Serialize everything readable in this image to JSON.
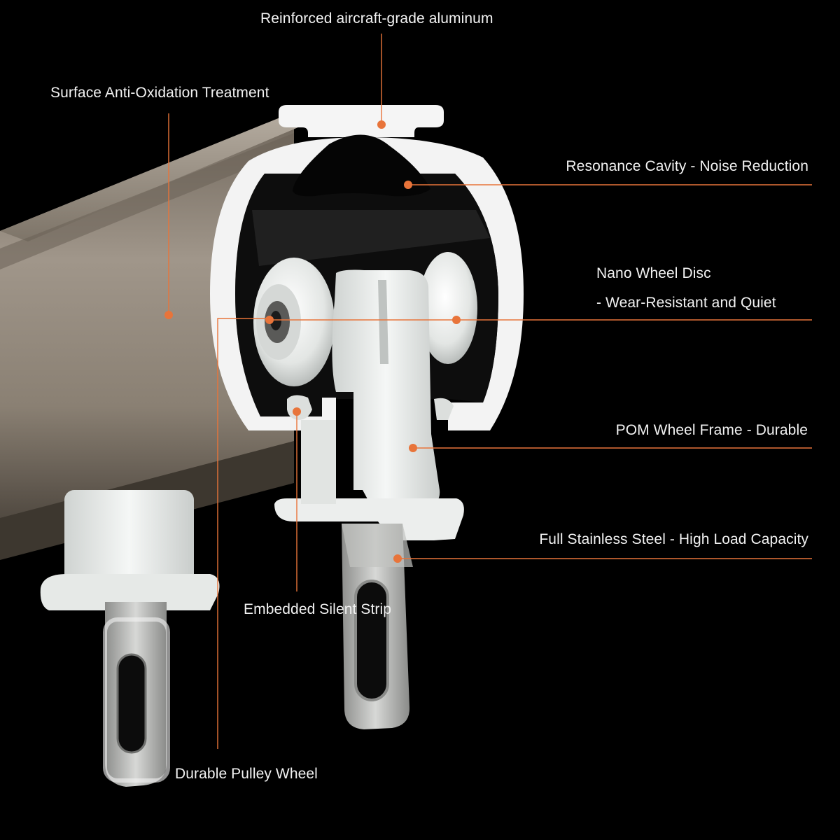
{
  "colors": {
    "background": "#000000",
    "callout": "#e8743a",
    "rail_body": "#8c8275",
    "aluminum": "#f4f4f4",
    "nylon": "#e9ecea",
    "steel": "#b5b6b4",
    "text": "#f2f2f2"
  },
  "callouts": {
    "aluminum": "Reinforced aircraft-grade aluminum",
    "surface": "Surface Anti-Oxidation Treatment",
    "resonance": "Resonance Cavity - Noise Reduction",
    "nano_line1": "Nano Wheel Disc",
    "nano_line2": "- Wear-Resistant and Quiet",
    "pom": "POM Wheel Frame - Durable",
    "steel": "Full Stainless Steel - High Load Capacity",
    "strip": "Embedded Silent Strip",
    "pulley": "Durable Pulley Wheel"
  }
}
